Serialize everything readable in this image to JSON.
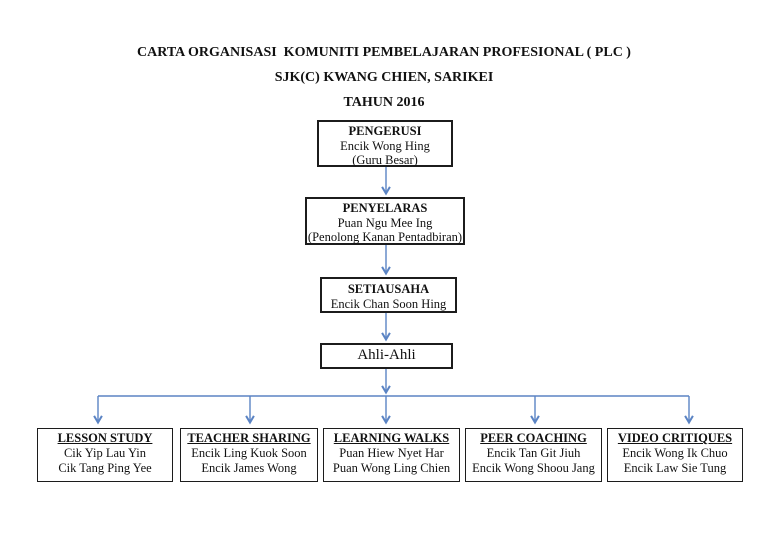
{
  "document": {
    "title_lines": [
      "CARTA ORGANISASI  KOMUNITI PEMBELAJARAN PROFESIONAL ( PLC )",
      "SJK(C) KWANG CHIEN, SARIKEI",
      "TAHUN 2016"
    ]
  },
  "colors": {
    "connector": "#5b84c4",
    "box_border": "#1c1c1c",
    "text": "#111111",
    "background": "#ffffff"
  },
  "org_chart": {
    "chain": [
      {
        "title": "PENGERUSI",
        "lines": [
          "Encik Wong Hing",
          "(Guru Besar)"
        ]
      },
      {
        "title": "PENYELARAS",
        "lines": [
          "Puan Ngu Mee Ing",
          "(Penolong Kanan Pentadbiran)"
        ]
      },
      {
        "title": "SETIAUSAHA",
        "lines": [
          "Encik Chan Soon Hing"
        ]
      },
      {
        "title": "Ahli-Ahli",
        "lines": []
      }
    ],
    "teams": [
      {
        "title": "LESSON STUDY",
        "members": [
          "Cik Yip Lau Yin",
          "Cik Tang Ping Yee"
        ]
      },
      {
        "title": "TEACHER SHARING",
        "members": [
          "Encik Ling Kuok Soon",
          "Encik James Wong"
        ]
      },
      {
        "title": "LEARNING WALKS",
        "members": [
          "Puan Hiew Nyet Har",
          "Puan Wong Ling Chien"
        ]
      },
      {
        "title": "PEER COACHING",
        "members": [
          "Encik Tan Git Jiuh",
          "Encik Wong Shoou Jang"
        ]
      },
      {
        "title": "VIDEO CRITIQUES",
        "members": [
          "Encik Wong Ik Chuo",
          "Encik Law Sie Tung"
        ]
      }
    ]
  }
}
